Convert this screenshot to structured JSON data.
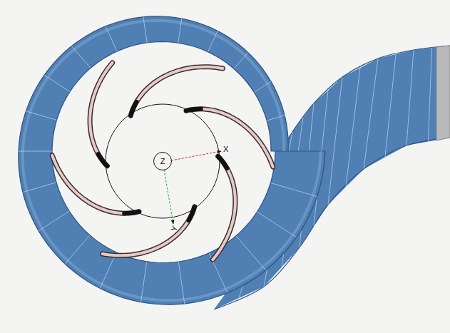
{
  "diagram": {
    "nodes": [
      {
        "text": [
          "Z"
        ]
      }
    ],
    "labels": [
      "X",
      "Y"
    ]
  }
}
